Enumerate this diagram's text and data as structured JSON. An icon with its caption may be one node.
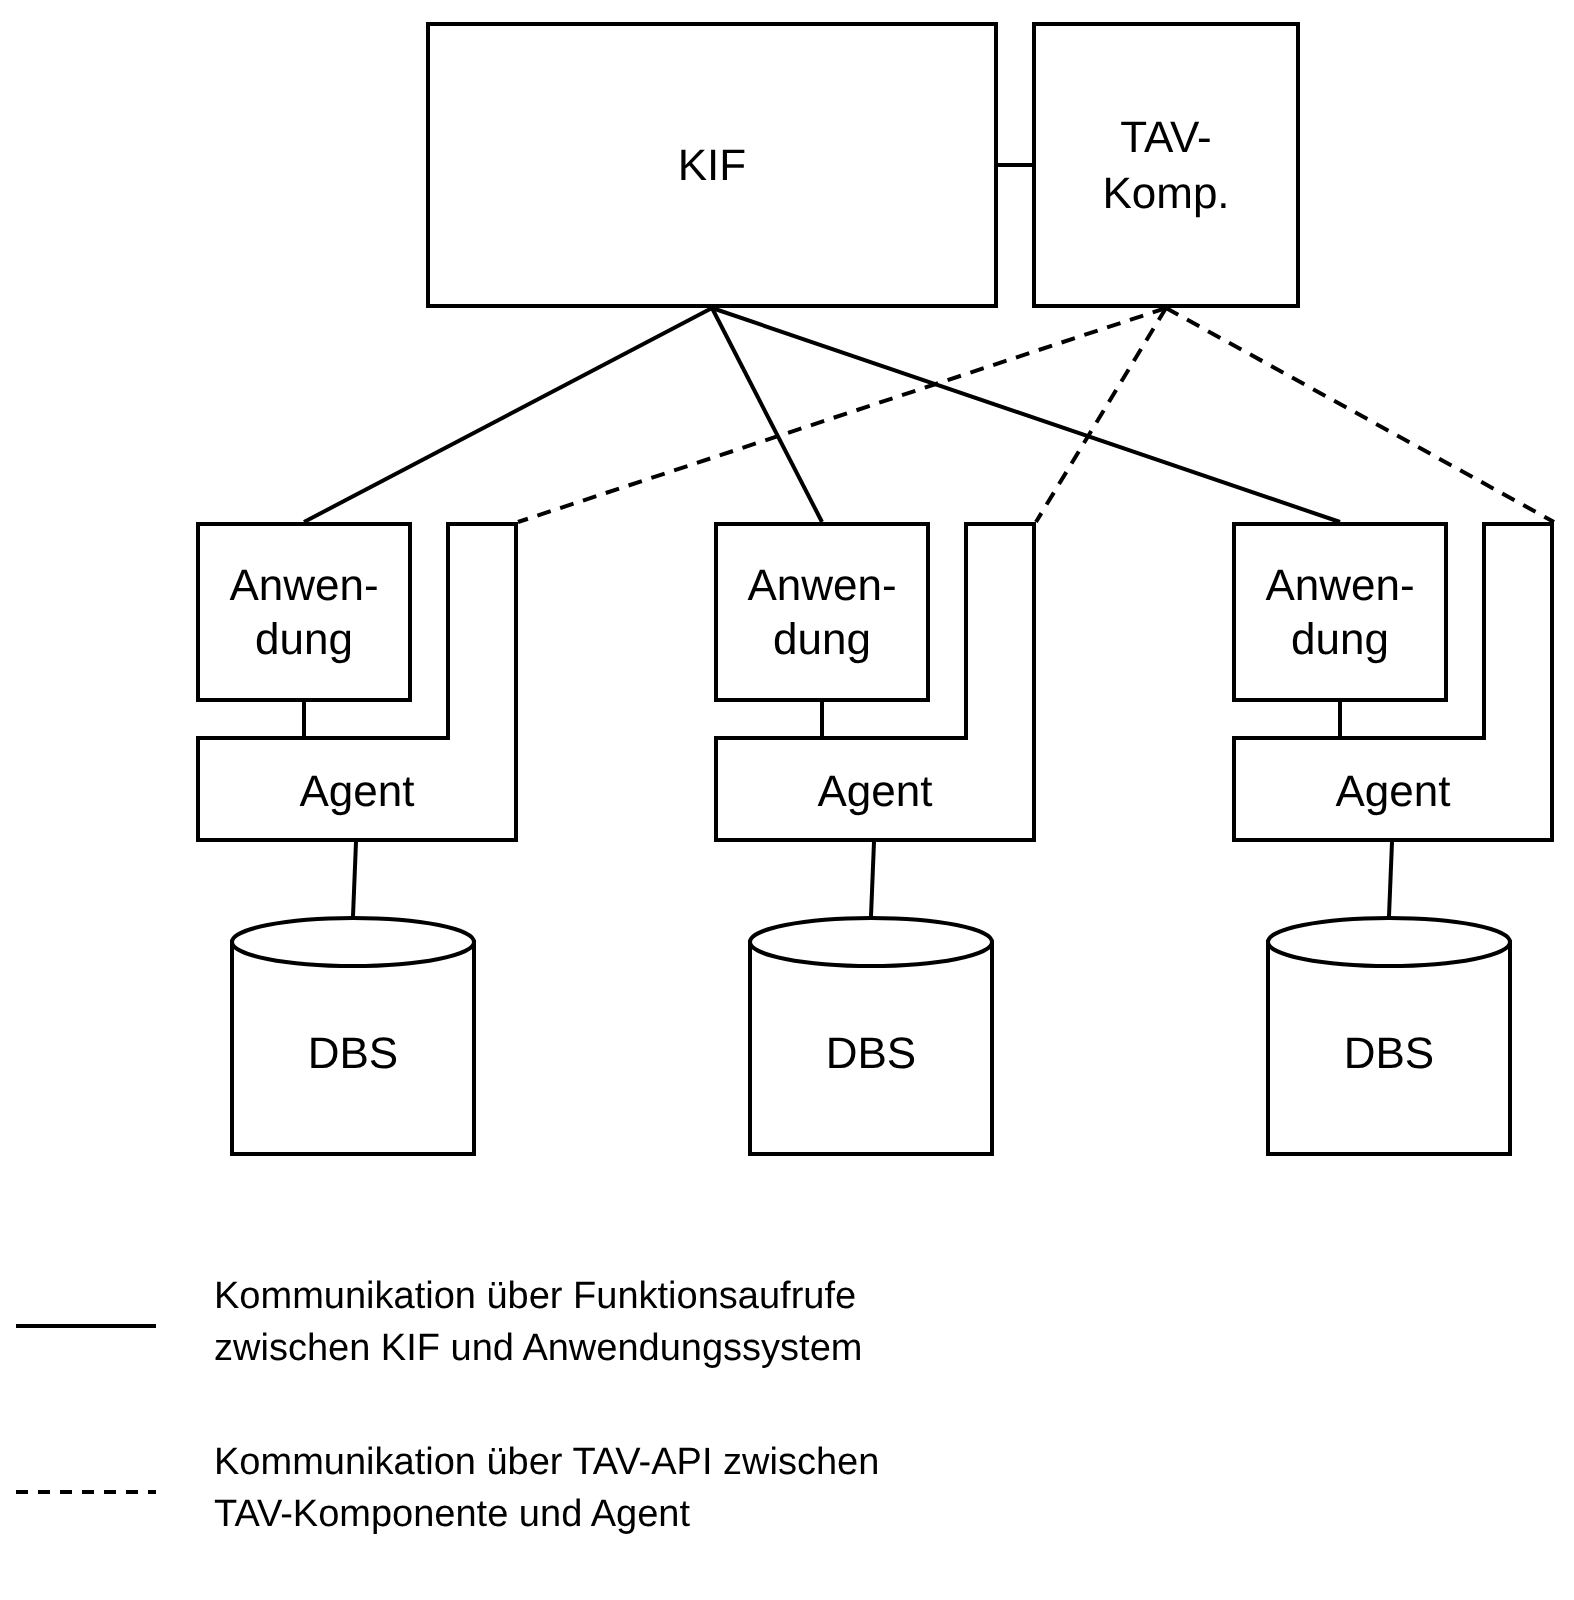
{
  "diagram": {
    "nodes": [
      {
        "text": [
          "KIF"
        ]
      },
      {
        "text": [
          "TAV- Komp."
        ]
      },
      {
        "text": [
          "Anwen- dung"
        ]
      },
      {
        "text": [
          "Agent"
        ]
      },
      {
        "text": [
          "DBS"
        ]
      },
      {
        "text": [
          "Anwen- dung"
        ]
      },
      {
        "text": [
          "Agent"
        ]
      },
      {
        "text": [
          "DBS"
        ]
      },
      {
        "text": [
          "Anwen- dung"
        ]
      },
      {
        "text": [
          "Agent"
        ]
      },
      {
        "text": [
          "DBS"
        ]
      }
    ],
    "edges": [
      {
        "from": 0,
        "to": 1,
        "arrow": "none"
      },
      {
        "from": 0,
        "to": 2,
        "arrow": "none"
      },
      {
        "from": 0,
        "to": 5,
        "arrow": "none"
      },
      {
        "from": 0,
        "to": 8,
        "arrow": "none"
      },
      {
        "from": 1,
        "to": 3,
        "arrow": "none",
        "style": "dashed"
      },
      {
        "from": 1,
        "to": 6,
        "arrow": "none",
        "style": "dashed"
      },
      {
        "from": 1,
        "to": 9,
        "arrow": "none",
        "style": "dashed"
      },
      {
        "from": 2,
        "to": 3,
        "arrow": "none"
      },
      {
        "from": 5,
        "to": 6,
        "arrow": "none"
      },
      {
        "from": 8,
        "to": 9,
        "arrow": "none"
      },
      {
        "from": 3,
        "to": 4,
        "arrow": "none"
      },
      {
        "from": 6,
        "to": 7,
        "arrow": "none"
      },
      {
        "from": 9,
        "to": 10,
        "arrow": "none"
      }
    ],
    "legend": [
      {
        "text": "Kommunikation über Funktionsaufrufe zwischen KIF und Anwendungssystem"
      },
      {
        "text": "Kommunikation über TAV-API zwischen TAV-Komponente und Agent"
      }
    ]
  }
}
